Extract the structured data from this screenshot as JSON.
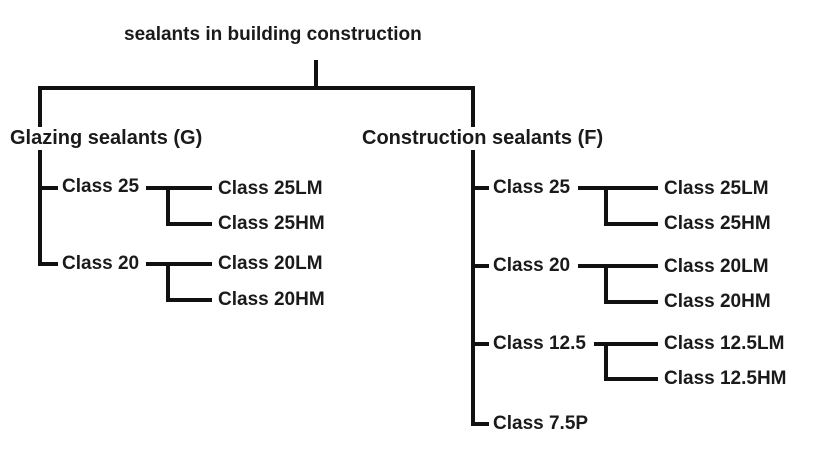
{
  "title": "sealants in building construction",
  "glazing": {
    "label": "Glazing sealants (G)",
    "class25": {
      "label": "Class 25",
      "lm": "Class 25LM",
      "hm": "Class 25HM"
    },
    "class20": {
      "label": "Class 20",
      "lm": "Class 20LM",
      "hm": "Class 20HM"
    }
  },
  "construction": {
    "label": "Construction sealants (F)",
    "class25": {
      "label": "Class 25",
      "lm": "Class 25LM",
      "hm": "Class 25HM"
    },
    "class20": {
      "label": "Class 20",
      "lm": "Class 20LM",
      "hm": "Class 20HM"
    },
    "class125": {
      "label": "Class 12.5",
      "lm": "Class 12.5LM",
      "hm": "Class 12.5HM"
    },
    "class75p": {
      "label": "Class 7.5P"
    }
  }
}
